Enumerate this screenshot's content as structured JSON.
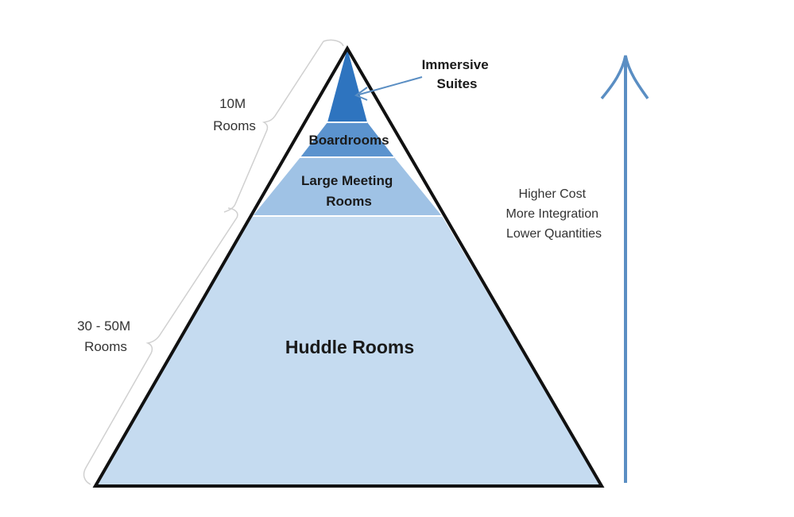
{
  "diagram": {
    "tiers": [
      {
        "id": "immersive",
        "label_lines": [
          "Immersive",
          "Suites"
        ],
        "color": "#2e74bf"
      },
      {
        "id": "boardrooms",
        "label_lines": [
          "Boardrooms"
        ],
        "color": "#5b93ce"
      },
      {
        "id": "large-meeting",
        "label_lines": [
          "Large Meeting",
          "Rooms"
        ],
        "color": "#9fc2e5"
      },
      {
        "id": "huddle",
        "label_lines": [
          "Huddle Rooms"
        ],
        "color": "#c5dbf0"
      }
    ],
    "brackets": [
      {
        "id": "upper",
        "label_lines": [
          "10M",
          "Rooms"
        ]
      },
      {
        "id": "lower",
        "label_lines": [
          "30 - 50M",
          "Rooms"
        ]
      }
    ],
    "arrow": {
      "color": "#5a8ec3",
      "label_lines": [
        "Higher Cost",
        "More Integration",
        "Lower Quantities"
      ]
    },
    "colors": {
      "outline": "#111111",
      "divider": "#ffffff",
      "bracket": "#d0d0d0",
      "pointer": "#5a8ec3"
    }
  }
}
